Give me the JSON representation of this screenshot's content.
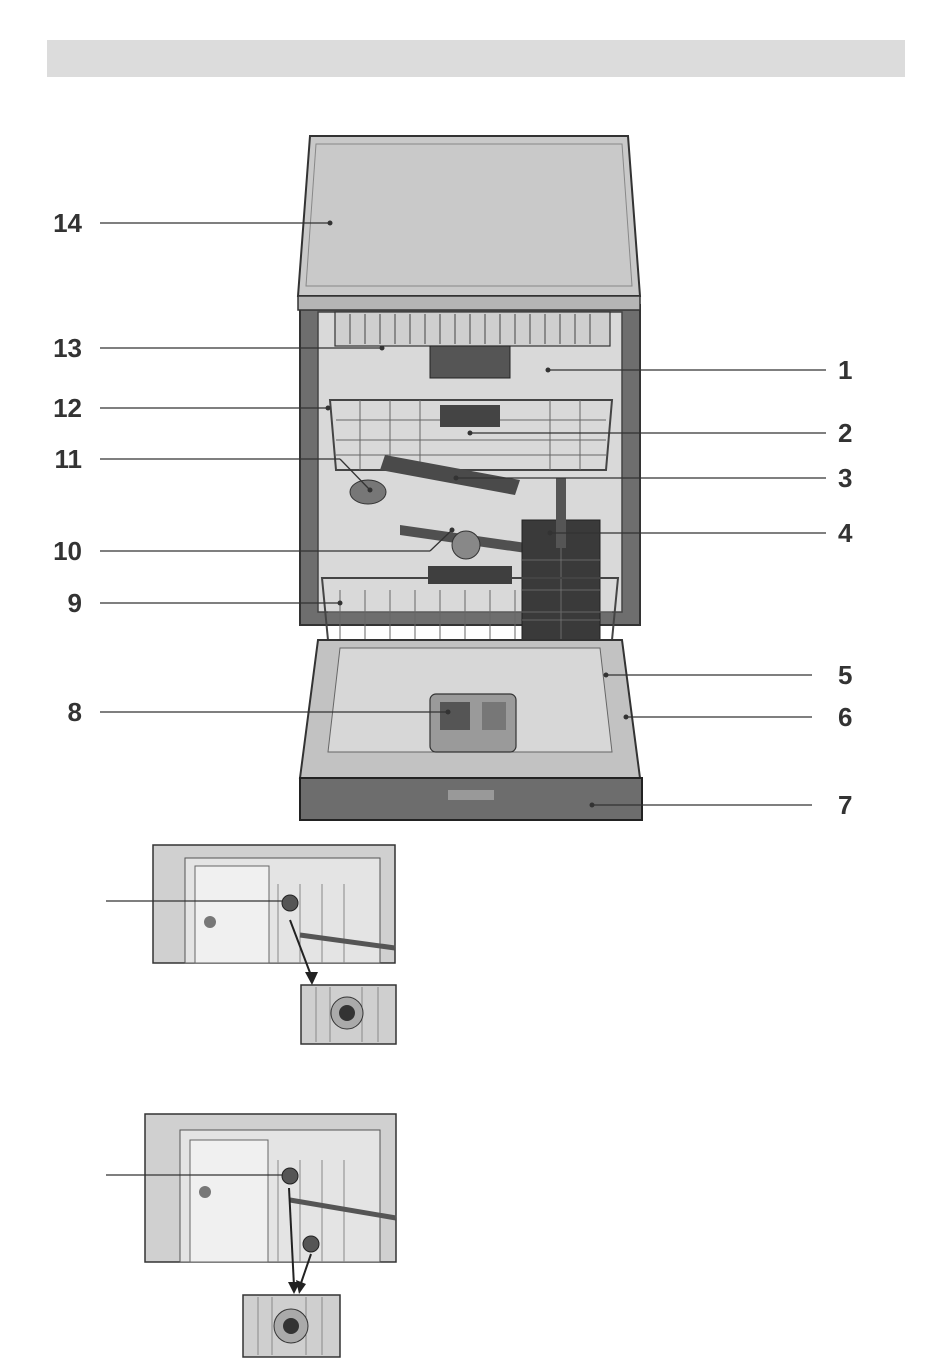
{
  "callouts": [
    {
      "id": "14",
      "label": "14",
      "side": "left"
    },
    {
      "id": "13",
      "label": "13",
      "side": "left"
    },
    {
      "id": "12",
      "label": "12",
      "side": "left"
    },
    {
      "id": "11",
      "label": "11",
      "side": "left"
    },
    {
      "id": "10",
      "label": "10",
      "side": "left"
    },
    {
      "id": "9",
      "label": "9",
      "side": "left"
    },
    {
      "id": "8",
      "label": "8",
      "side": "left"
    },
    {
      "id": "1",
      "label": "1",
      "side": "right"
    },
    {
      "id": "2",
      "label": "2",
      "side": "right"
    },
    {
      "id": "3",
      "label": "3",
      "side": "right"
    },
    {
      "id": "4",
      "label": "4",
      "side": "right"
    },
    {
      "id": "5",
      "label": "5",
      "side": "right"
    },
    {
      "id": "6",
      "label": "6",
      "side": "right"
    },
    {
      "id": "7",
      "label": "7",
      "side": "right"
    }
  ],
  "colors": {
    "header_bar": "#dcdcdc",
    "text": "#333333",
    "line": "#333333",
    "panel": "#c8c8c8",
    "tub": "#bdbdbd",
    "frame_dark": "#555555"
  }
}
